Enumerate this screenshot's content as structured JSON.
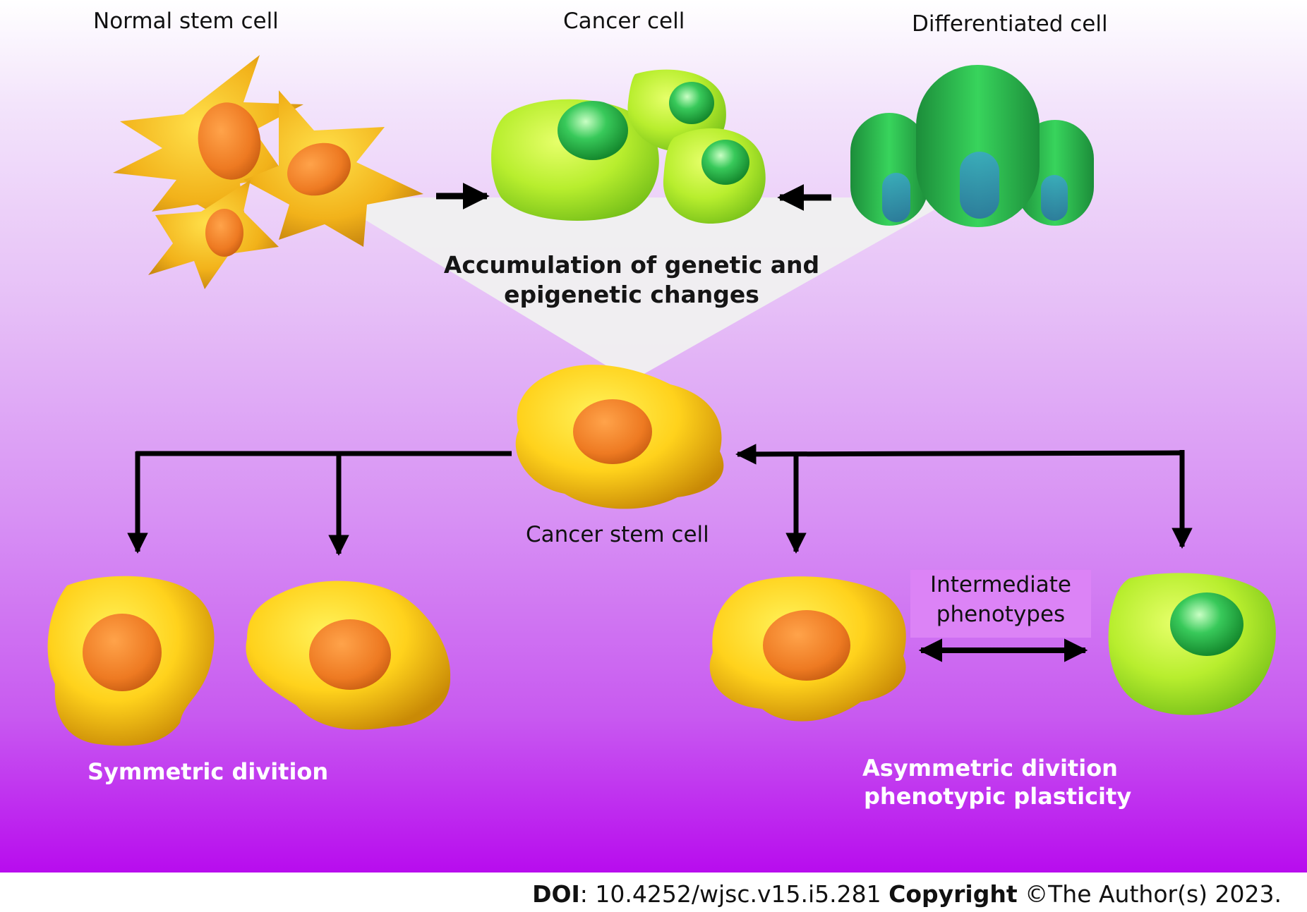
{
  "labels": {
    "normal_stem_cell": "Normal stem cell",
    "cancer_cell": "Cancer cell",
    "differentiated_cell": "Differentiated cell",
    "accumulation_line1": "Accumulation of genetic and",
    "accumulation_line2": "epigenetic changes",
    "cancer_stem_cell": "Cancer stem cell",
    "intermediate_line1": "Intermediate",
    "intermediate_line2": "phenotypes",
    "symmetric": "Symmetric divition",
    "asymmetric_line1": "Asymmetric divition",
    "asymmetric_line2": "phenotypic plasticity"
  },
  "footer": {
    "doi_label": "DOI",
    "doi_value": ": 10.4252/wjsc.v15.i5.281",
    "copyright_label": "Copyright",
    "copyright_value": " ©The Author(s) 2023."
  },
  "colors": {
    "stem_yellow": "#f5c21b",
    "nucleus_orange": "#f07d2a",
    "cancer_green": "#a8e52c",
    "differentiated_green": "#2fcf5a",
    "arrow": "#000000"
  }
}
